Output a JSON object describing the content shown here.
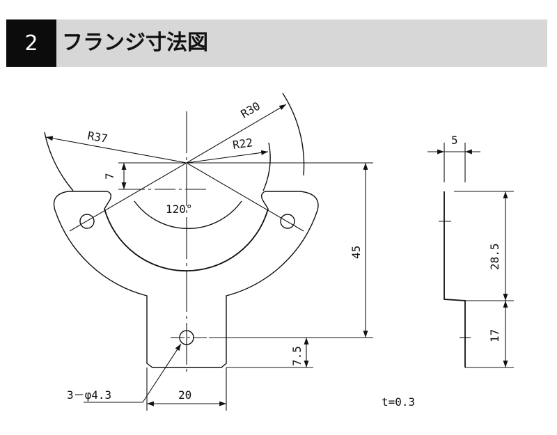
{
  "header": {
    "number": "2",
    "title": "フランジ寸法図"
  },
  "drawing": {
    "dimensions": {
      "r37": "R37",
      "r30": "R30",
      "r22": "R22",
      "d7": "7",
      "angle": "120°",
      "d45": "45",
      "d7_5": "7.5",
      "d20": "20",
      "holes": "3－φ4.3",
      "d5": "5",
      "d28_5": "28.5",
      "d17": "17",
      "thickness": "t=0.3"
    }
  }
}
